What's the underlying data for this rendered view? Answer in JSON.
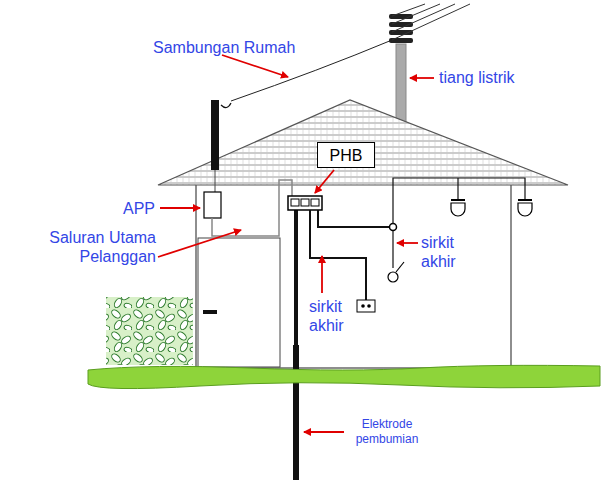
{
  "diagram": {
    "nodes": [
      {
        "text": [
          "PHB"
        ]
      }
    ],
    "labels": [
      "Sambungan Rumah",
      "tiang listrik",
      "APP",
      "Saluran Utama Pelanggan",
      "sirkit akhir",
      "sirkit akhir",
      "Elektrode pembumian"
    ]
  }
}
